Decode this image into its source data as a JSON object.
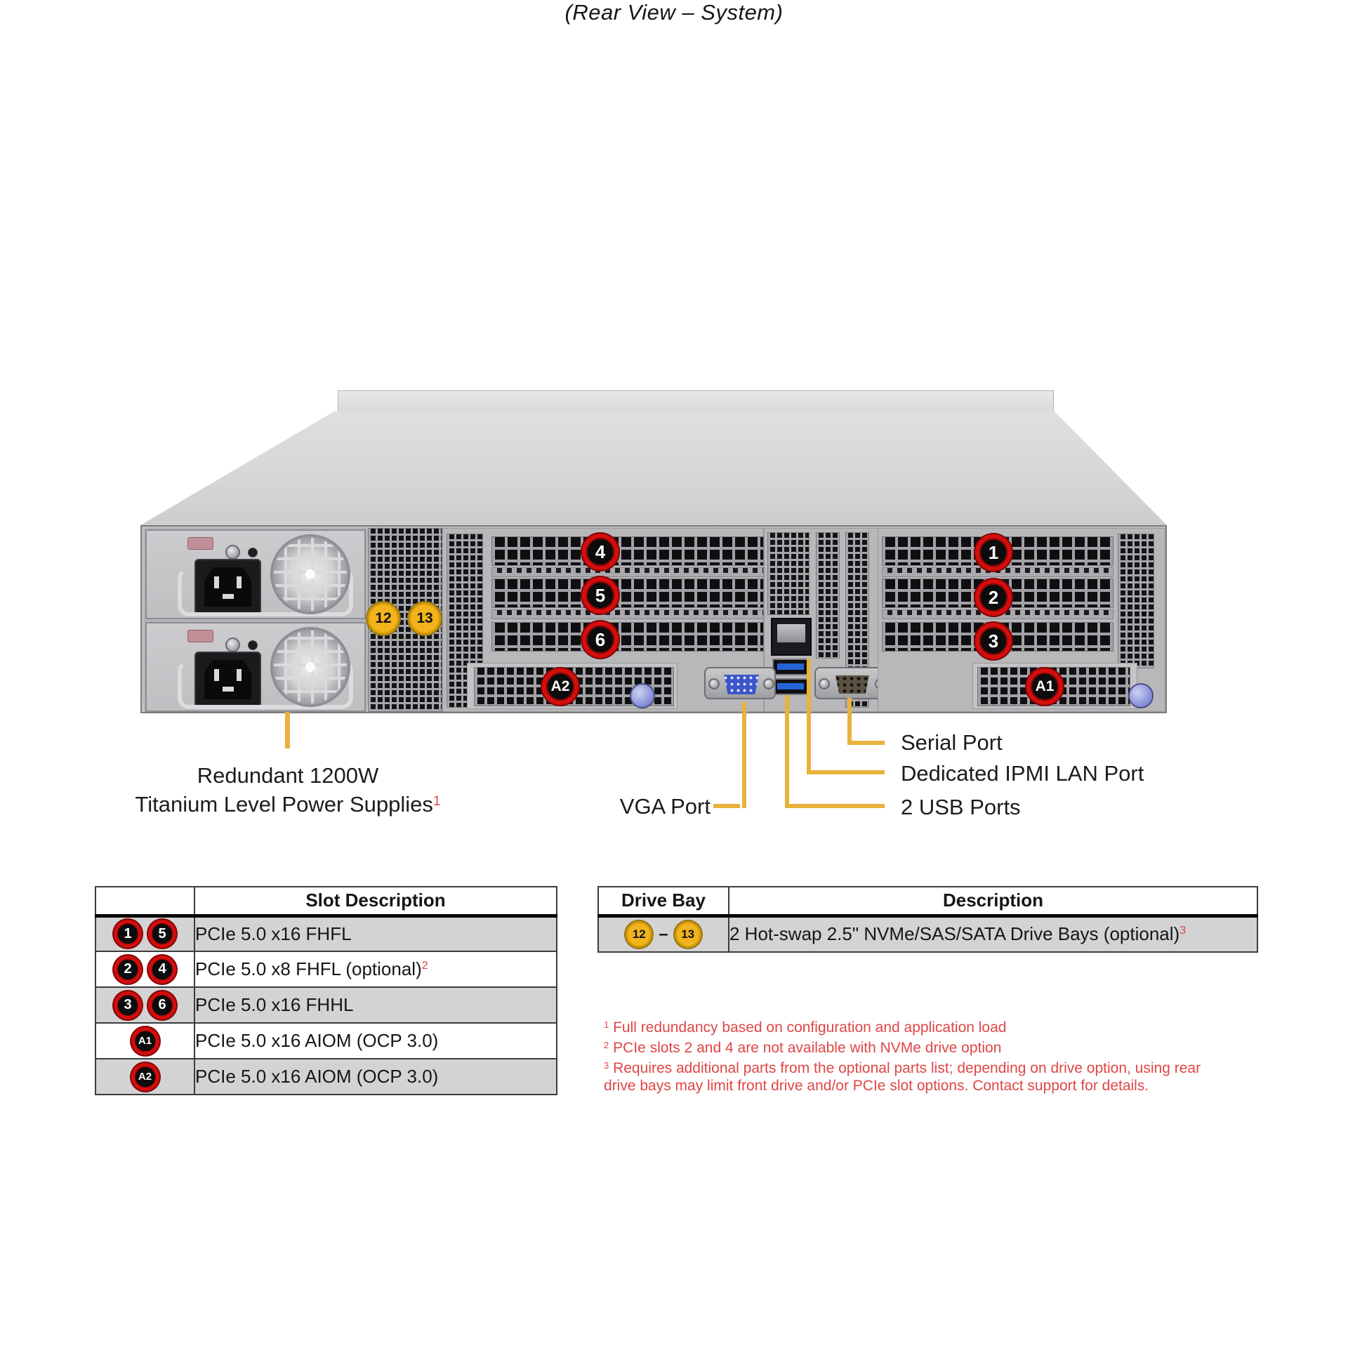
{
  "title": "(Rear View – System)",
  "chassis_badges": {
    "s1": "1",
    "s2": "2",
    "s3": "3",
    "s4": "4",
    "s5": "5",
    "s6": "6",
    "a1": "A1",
    "a2": "A2",
    "d12": "12",
    "d13": "13"
  },
  "callouts": {
    "psu_line1": "Redundant 1200W",
    "psu_line2": "Titanium Level Power Supplies",
    "psu_sup": "1",
    "vga": "VGA Port",
    "serial": "Serial Port",
    "ipmi": "Dedicated IPMI LAN Port",
    "usb": "2 USB Ports"
  },
  "slot_table": {
    "header": "Slot Description",
    "rows": [
      {
        "b1": "1",
        "b2": "5",
        "desc": "PCIe 5.0 x16 FHFL",
        "sup": ""
      },
      {
        "b1": "2",
        "b2": "4",
        "desc": "PCIe 5.0 x8 FHFL (optional)",
        "sup": "2"
      },
      {
        "b1": "3",
        "b2": "6",
        "desc": "PCIe 5.0 x16 FHHL",
        "sup": ""
      },
      {
        "b1": "A1",
        "desc": "PCIe 5.0 x16 AIOM (OCP 3.0)",
        "sup": ""
      },
      {
        "b1": "A2",
        "desc": "PCIe 5.0 x16 AIOM (OCP 3.0)",
        "sup": ""
      }
    ]
  },
  "drive_table": {
    "header_bay": "Drive Bay",
    "header_desc": "Description",
    "badge1": "12",
    "dash": "–",
    "badge2": "13",
    "desc": "2 Hot-swap 2.5\" NVMe/SAS/SATA Drive Bays (optional)",
    "sup": "3"
  },
  "footnotes": [
    {
      "sup": "1",
      "lines": [
        "Full redundancy based on configuration and application load"
      ]
    },
    {
      "sup": "2",
      "lines": [
        "PCIe slots 2 and 4 are not available with NVMe drive option"
      ]
    },
    {
      "sup": "3",
      "lines": [
        "Requires additional parts from the optional parts list; depending on drive option, using rear",
        "drive bays may limit front drive and/or PCIe slot options. Contact support for details."
      ]
    }
  ],
  "colors": {
    "accent_yellow": "#E9B23C",
    "badge_red": "#D40D0D",
    "badge_yellow": "#F2B31C",
    "footnote_red": "#E04646",
    "table_row_gray": "#D3D3D3"
  }
}
